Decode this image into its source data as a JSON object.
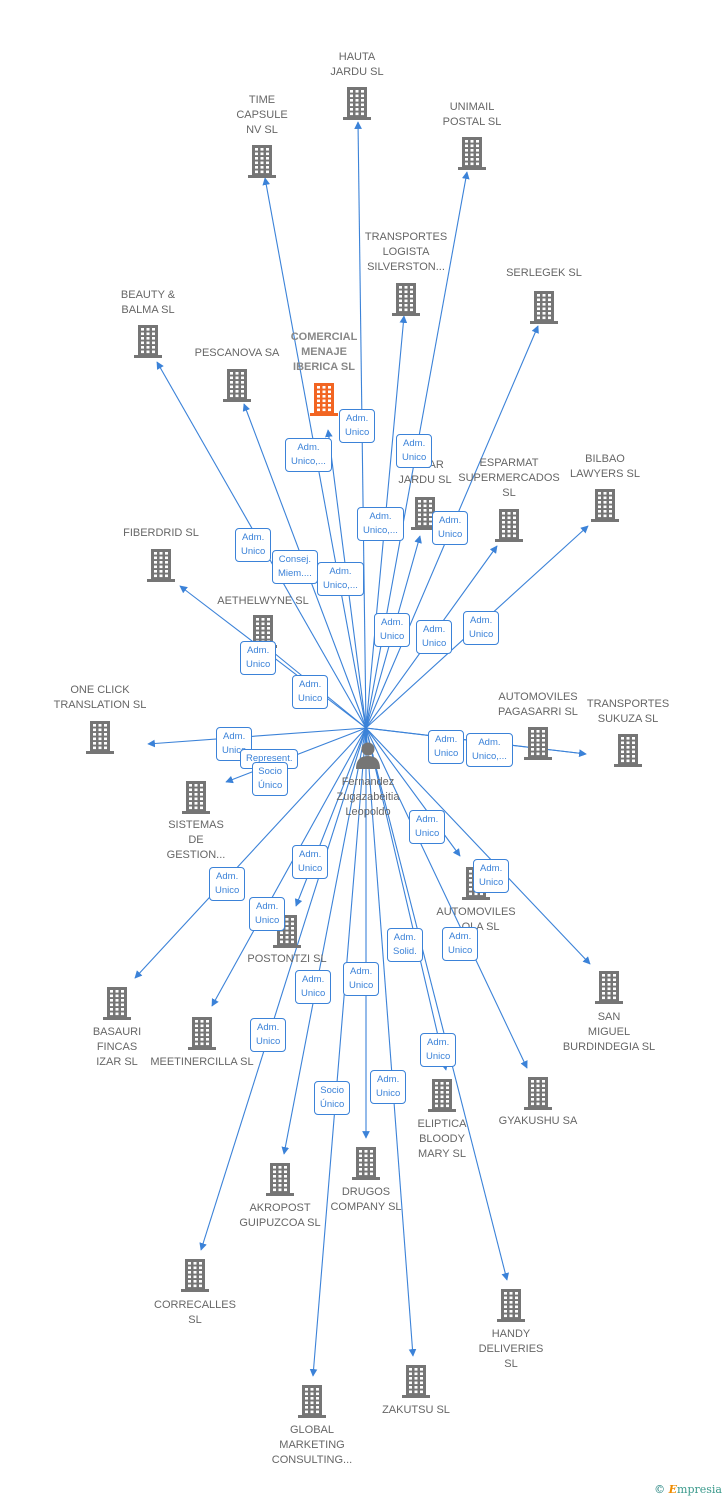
{
  "person": {
    "name": "Fernandez\nZugazabeitia\nLeopoldo",
    "icon": "person-icon"
  },
  "colors": {
    "edge": "#3b82d8",
    "building": "#757575",
    "highlight": "#f26522",
    "badge_text": "#3b82d8"
  },
  "companies": [
    {
      "id": "hauta",
      "name": "HAUTA\nJARDU SL"
    },
    {
      "id": "time-capsule",
      "name": "TIME\nCAPSULE\nNV  SL"
    },
    {
      "id": "unimail",
      "name": "UNIMAIL\nPOSTAL SL"
    },
    {
      "id": "transportes-logista",
      "name": "TRANSPORTES\nLOGISTA\nSILVERSTON..."
    },
    {
      "id": "serlegek",
      "name": "SERLEGEK SL"
    },
    {
      "id": "beauty-balma",
      "name": "BEAUTY &\nBALMA  SL"
    },
    {
      "id": "pescanova",
      "name": "PESCANOVA SA"
    },
    {
      "id": "comercial-menaje",
      "name": "COMERCIAL\nMENAJE\nIBERICA  SL",
      "highlight": true
    },
    {
      "id": "bilbao-lawyers",
      "name": "BILBAO\nLAWYERS SL"
    },
    {
      "id": "xxxxstar",
      "name": "...STAR\nJARDU SL"
    },
    {
      "id": "esparmat",
      "name": "ESPARMAT\nSUPERMERCADOS\nSL"
    },
    {
      "id": "fiberdrid",
      "name": "FIBERDRID  SL"
    },
    {
      "id": "aethelwyne",
      "name": "AETHELWYNE SL"
    },
    {
      "id": "one-click",
      "name": "ONE CLICK\nTRANSLATION SL"
    },
    {
      "id": "automoviles-pagasarri",
      "name": "AUTOMOVILES\nPAGASARRI SL"
    },
    {
      "id": "transportes-sukuza",
      "name": "TRANSPORTES\nSUKUZA  SL"
    },
    {
      "id": "sistemas",
      "name": "SISTEMAS\nDE\nGESTION..."
    },
    {
      "id": "automoviles-iyola",
      "name": "AUTOMOVILES\n...OLA SL"
    },
    {
      "id": "postontzi",
      "name": "POSTONTZI SL"
    },
    {
      "id": "basauri",
      "name": "BASAURI\nFINCAS\nIZAR SL"
    },
    {
      "id": "meetinercilla",
      "name": "MEETINERCILLA SL"
    },
    {
      "id": "san-miguel",
      "name": "SAN\nMIGUEL\nBURDINDEGIA SL"
    },
    {
      "id": "gyakushu",
      "name": "GYAKUSHU SA"
    },
    {
      "id": "eliptica",
      "name": "ELIPTICA\nBLOODY\nMARY SL"
    },
    {
      "id": "akropost",
      "name": "AKROPOST\nGUIPUZCOA SL"
    },
    {
      "id": "drugos",
      "name": "DRUGOS\nCOMPANY SL"
    },
    {
      "id": "correcalles",
      "name": "CORRECALLES\nSL"
    },
    {
      "id": "handy",
      "name": "HANDY\nDELIVERIES\nSL"
    },
    {
      "id": "zakutsu",
      "name": "ZAKUTSU SL"
    },
    {
      "id": "global-marketing",
      "name": "GLOBAL\nMARKETING\nCONSULTING..."
    }
  ],
  "badges": [
    {
      "id": "b1",
      "text": "Adm.\nUnico"
    },
    {
      "id": "b2",
      "text": "Adm.\nUnico,..."
    },
    {
      "id": "b3",
      "text": "Adm.\nUnico"
    },
    {
      "id": "b4",
      "text": "Adm.\nUnico,..."
    },
    {
      "id": "b5",
      "text": "Adm.\nUnico"
    },
    {
      "id": "b6",
      "text": "Adm.\nUnico"
    },
    {
      "id": "b7",
      "text": "Consej.\nMiem...."
    },
    {
      "id": "b8",
      "text": "Adm.\nUnico,..."
    },
    {
      "id": "b9",
      "text": "Adm.\nUnico"
    },
    {
      "id": "b10",
      "text": "Adm.\nUnico"
    },
    {
      "id": "b11",
      "text": "Adm.\nUnico"
    },
    {
      "id": "b12",
      "text": "Adm.\nUnico"
    },
    {
      "id": "b13",
      "text": "Adm.\nUnico"
    },
    {
      "id": "b14",
      "text": "Adm.\nUnico"
    },
    {
      "id": "b15",
      "text": "Adm.\nUnico"
    },
    {
      "id": "b16",
      "text": "Adm.\nUnico,..."
    },
    {
      "id": "b17",
      "text": "Represent."
    },
    {
      "id": "b18",
      "text": "Socio\nÚnico"
    },
    {
      "id": "b19",
      "text": "Adm.\nUnico"
    },
    {
      "id": "b20",
      "text": "Adm.\nUnico"
    },
    {
      "id": "b21",
      "text": "Adm.\nUnico"
    },
    {
      "id": "b22",
      "text": "Adm.\nUnico"
    },
    {
      "id": "b23",
      "text": "Adm.\nUnico"
    },
    {
      "id": "b24",
      "text": "Adm.\nSolid."
    },
    {
      "id": "b25",
      "text": "Adm.\nUnico"
    },
    {
      "id": "b26",
      "text": "Adm.\nUnico"
    },
    {
      "id": "b27",
      "text": "Adm.\nUnico"
    },
    {
      "id": "b28",
      "text": "Adm.\nUnico"
    },
    {
      "id": "b29",
      "text": "Adm.\nUnico"
    },
    {
      "id": "b30",
      "text": "Socio\nÚnico"
    },
    {
      "id": "b31",
      "text": "Adm.\nUnico"
    }
  ],
  "footer": {
    "copyright": "©",
    "brand_initial": "E",
    "brand_rest": "mpresia"
  }
}
